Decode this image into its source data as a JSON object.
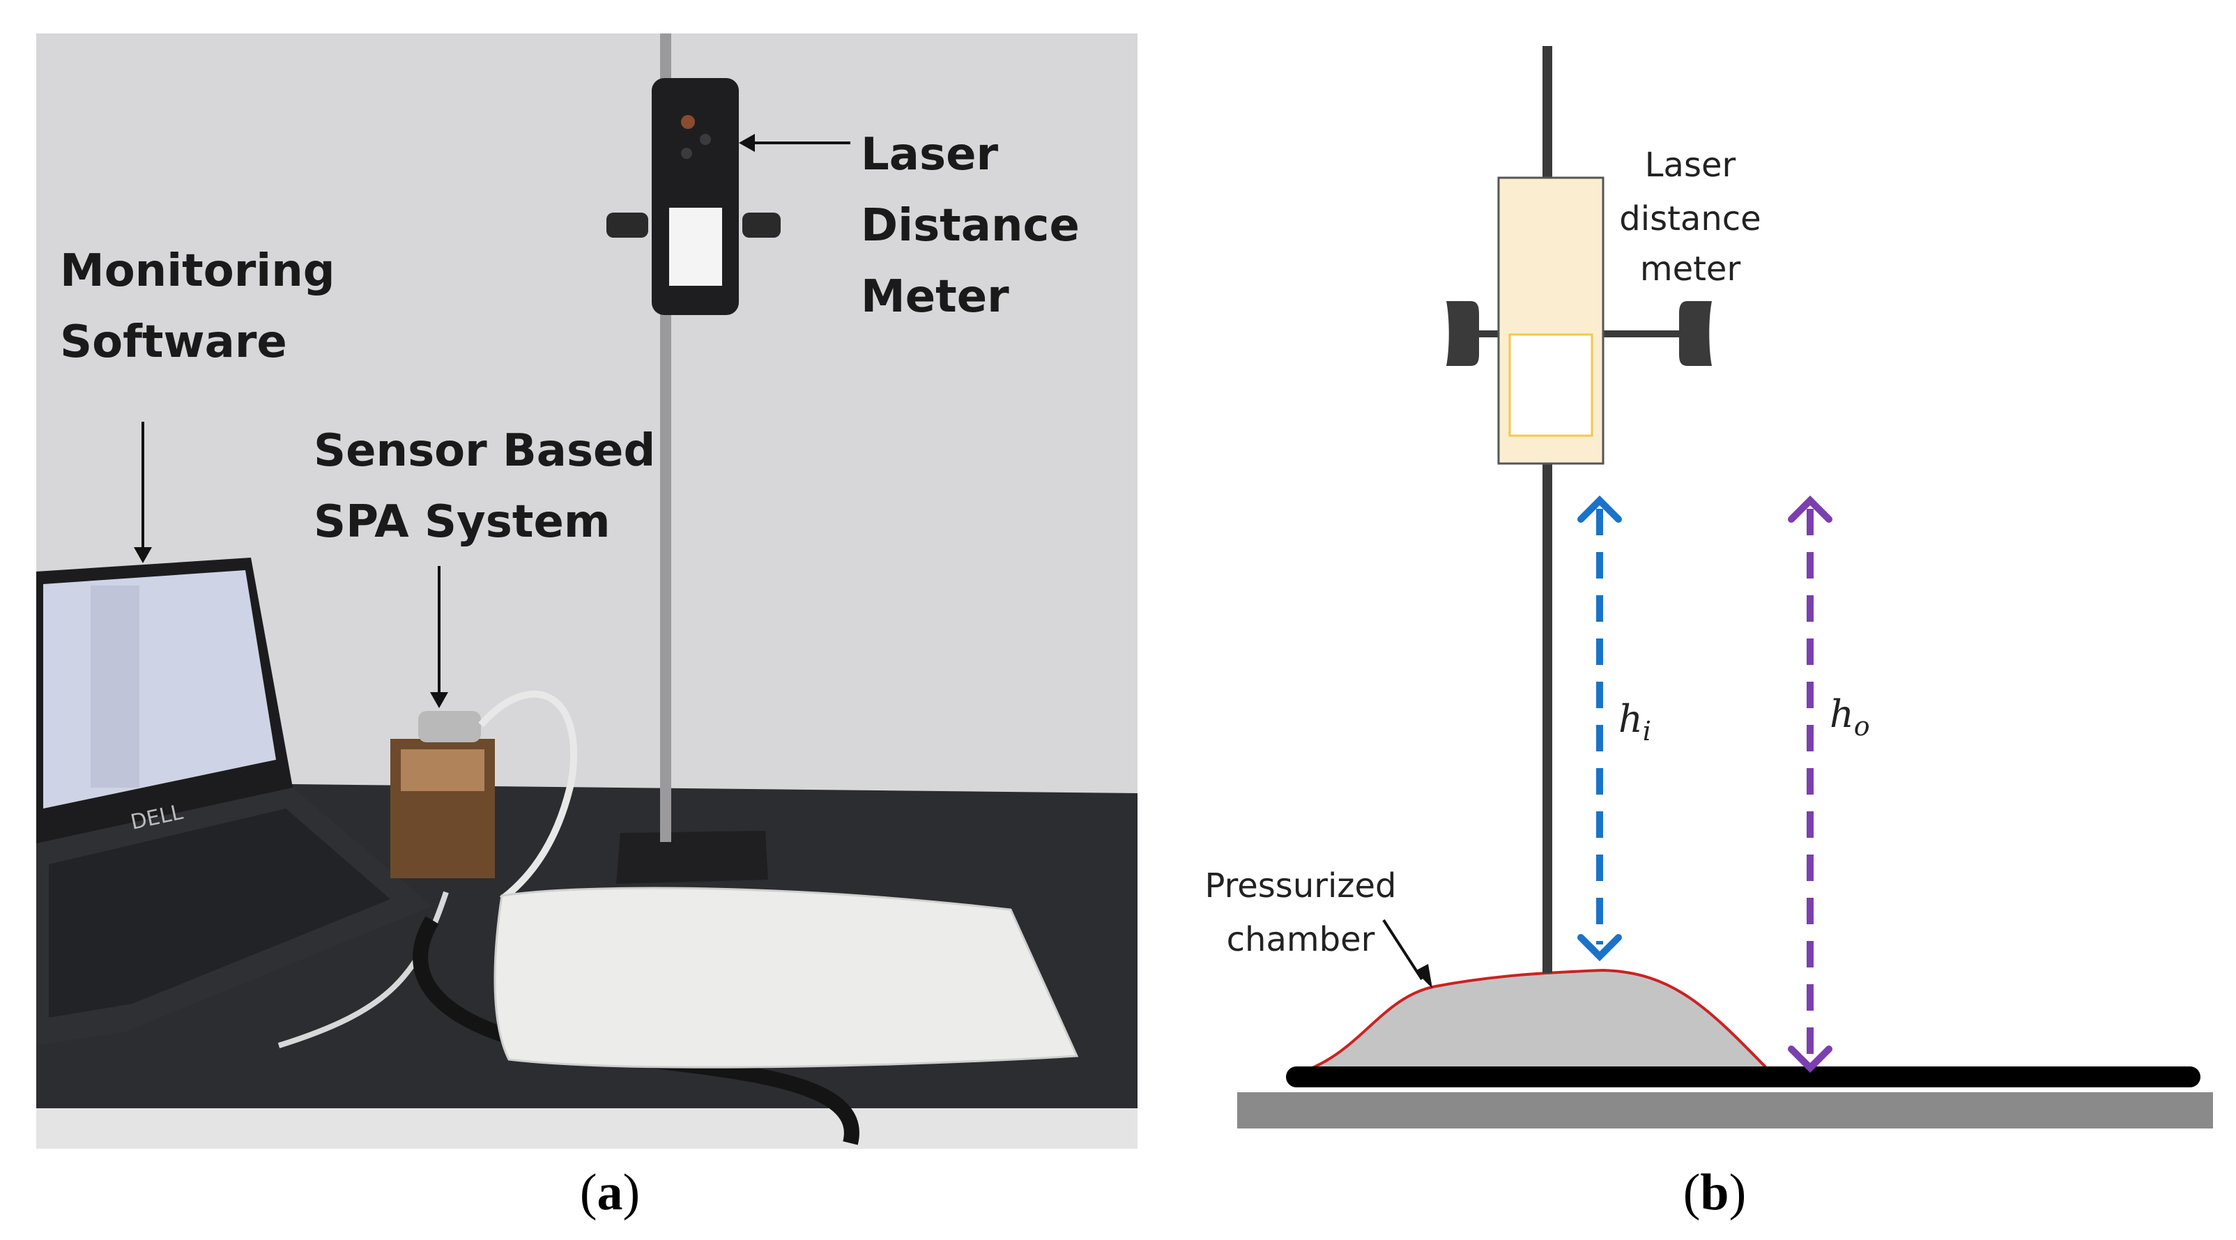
{
  "panel_a": {
    "labels": {
      "monitoring_line1": "Monitoring",
      "monitoring_line2": "Software",
      "sensor_line1": "Sensor Based",
      "sensor_line2": "SPA System",
      "laser_line1": "Laser",
      "laser_line2": "Distance",
      "laser_line3": "Meter"
    },
    "laptop_brand": "DELL",
    "caption_open": "(",
    "caption_letter": "a",
    "caption_close": ")"
  },
  "panel_b": {
    "labels": {
      "laser_line1": "Laser",
      "laser_line2": "distance",
      "laser_line3": "meter",
      "chamber_line1": "Pressurized",
      "chamber_line2": "chamber"
    },
    "h_i": {
      "symbol": "h",
      "subscript": "i"
    },
    "h_o": {
      "symbol": "h",
      "subscript": "o"
    },
    "caption_open": "(",
    "caption_letter": "b",
    "caption_close": ")",
    "colors": {
      "h_i_arrow": "#1a73c8",
      "h_o_arrow": "#7b3fb0",
      "chamber_outline": "#cc2222",
      "chamber_fill": "#c4c4c4",
      "meter_fill": "#fbeed0",
      "meter_screen_border": "#f2c94c"
    }
  }
}
